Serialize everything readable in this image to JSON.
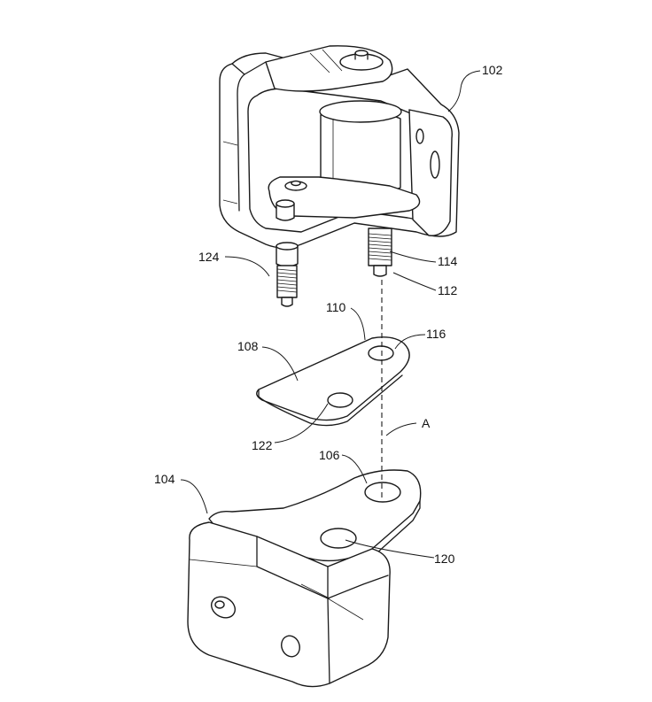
{
  "figure": {
    "reference_numerals": {
      "upper_hinge_bracket": "102",
      "lower_hinge_bracket": "104",
      "lower_bracket_hole": "106",
      "spacer_plate": "108",
      "spacer_plate_hole_a": "110",
      "pin_112": "112",
      "pin_114": "114",
      "spacer_plate_hole_b": "116",
      "lower_bracket_hole_b": "120",
      "spacer_plate_hole_c": "122",
      "threaded_stud": "124"
    },
    "axis_label": "A"
  }
}
